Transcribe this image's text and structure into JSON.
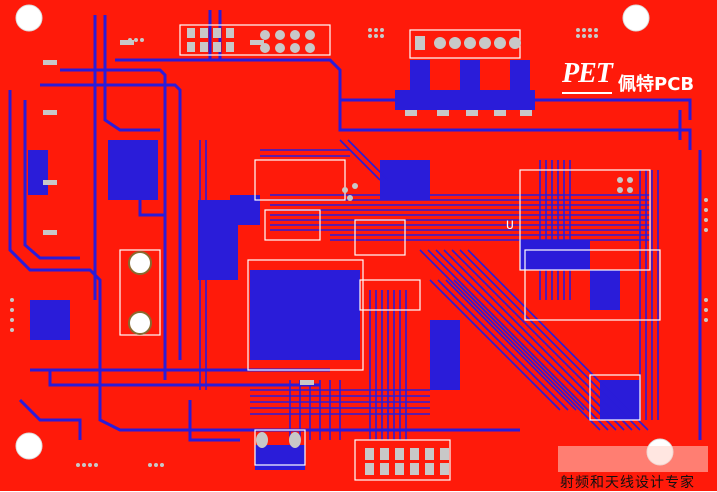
{
  "board": {
    "colors": {
      "top_copper": "#ff1a0a",
      "bottom_copper": "#2a1cd9",
      "pad": "#c8c8c8",
      "silkscreen": "#ffffff",
      "drill": "#ffffff"
    }
  },
  "branding": {
    "logo_mark": "PET",
    "company_name": "佩特PCB"
  },
  "silkscreen": {
    "designator": "U"
  },
  "watermark": {
    "text": "射频和天线设计专家"
  }
}
